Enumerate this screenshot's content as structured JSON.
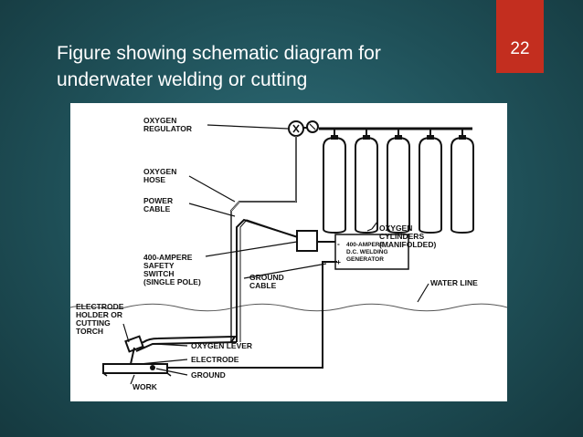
{
  "slide": {
    "title_line1": "Figure showing schematic diagram for",
    "title_line2": "underwater welding or cutting",
    "page_number": "22"
  },
  "diagram": {
    "labels": {
      "oxygen_regulator_1": "OXYGEN",
      "oxygen_regulator_2": "REGULATOR",
      "oxygen_hose_1": "OXYGEN",
      "oxygen_hose_2": "HOSE",
      "power_cable_1": "POWER",
      "power_cable_2": "CABLE",
      "safety_switch_1": "400-AMPERE",
      "safety_switch_2": "SAFETY",
      "safety_switch_3": "SWITCH",
      "safety_switch_4": "(SINGLE POLE)",
      "ground_cable_1": "GROUND",
      "ground_cable_2": "CABLE",
      "generator_1": "400-AMPERE",
      "generator_2": "D.C. WELDING",
      "generator_3": "GENERATOR",
      "minus_sign": "-",
      "plus_sign": "+",
      "oxygen_cylinders_1": "OXYGEN",
      "oxygen_cylinders_2": "CYLINDERS",
      "oxygen_cylinders_3": "(MANIFOLDED)",
      "water_line": "WATER LINE",
      "electrode_holder_1": "ELECTRODE",
      "electrode_holder_2": "HOLDER OR",
      "electrode_holder_3": "CUTTING",
      "electrode_holder_4": "TORCH",
      "oxygen_lever": "OXYGEN LEVER",
      "electrode": "ELECTRODE",
      "ground": "GROUND",
      "work": "WORK"
    }
  }
}
